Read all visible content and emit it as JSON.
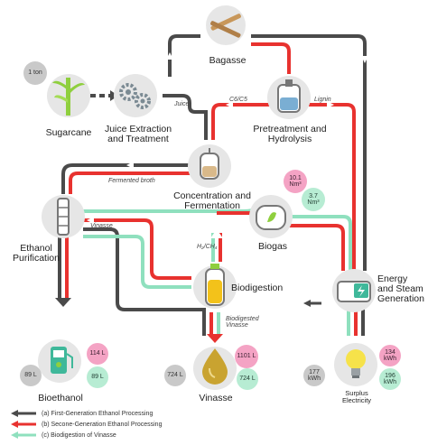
{
  "colors": {
    "dark": "#4a4a4a",
    "red": "#e8322f",
    "mint": "#8fe0be",
    "gray_badge": "#c9c9c9",
    "pink_badge": "#f4a3c4",
    "mint_badge": "#b7ecd3",
    "icon_bg": "#e6e6e6",
    "green": "#8fcf3e",
    "yellow": "#f3c21a"
  },
  "nodes": {
    "bagasse": "Bagasse",
    "sugarcane": "Sugarcane",
    "juice": "Juice Extraction\nand Treatment",
    "pretreatment": "Pretreatment and\nHydrolysis",
    "concentration": "Concentration and\nFermentation",
    "ethanol_purification": "Ethanol\nPurification",
    "biogas": "Biogas",
    "energy": "Energy\nand Steam\nGeneration",
    "biodigestion": "Biodigestion",
    "bioethanol": "Bioethanol",
    "vinasse": "Vinasse",
    "surplus": "Surplus\nElectricity"
  },
  "flows": {
    "juice": "Juice",
    "c6c5": "C6/C5",
    "lignin": "Lignin",
    "fermented_broth": "Fermented broth",
    "vinasse": "Vinasse",
    "h2ch4": "H₂/CH₄",
    "biodigested_vinasse": "Biodigested\nVinasse"
  },
  "badges": {
    "input": "1 ton",
    "biogas_1": "10.1\nNm³",
    "biogas_2": "3.7\nNm³",
    "ethanol_gray": "89 L",
    "ethanol_pink": "114 L",
    "ethanol_mint": "89 L",
    "vinasse_gray": "724 L",
    "vinasse_pink": "1101 L",
    "vinasse_mint": "724 L",
    "elec_gray": "177\nkWh",
    "elec_pink": "134\nkWh",
    "elec_mint": "196\nkWh"
  },
  "legend": [
    "(a) First-Generation Ethanol Processing",
    "(b) Secone-Generation Ethanol Processing",
    "(c) Biodigestion of Vinasse"
  ]
}
